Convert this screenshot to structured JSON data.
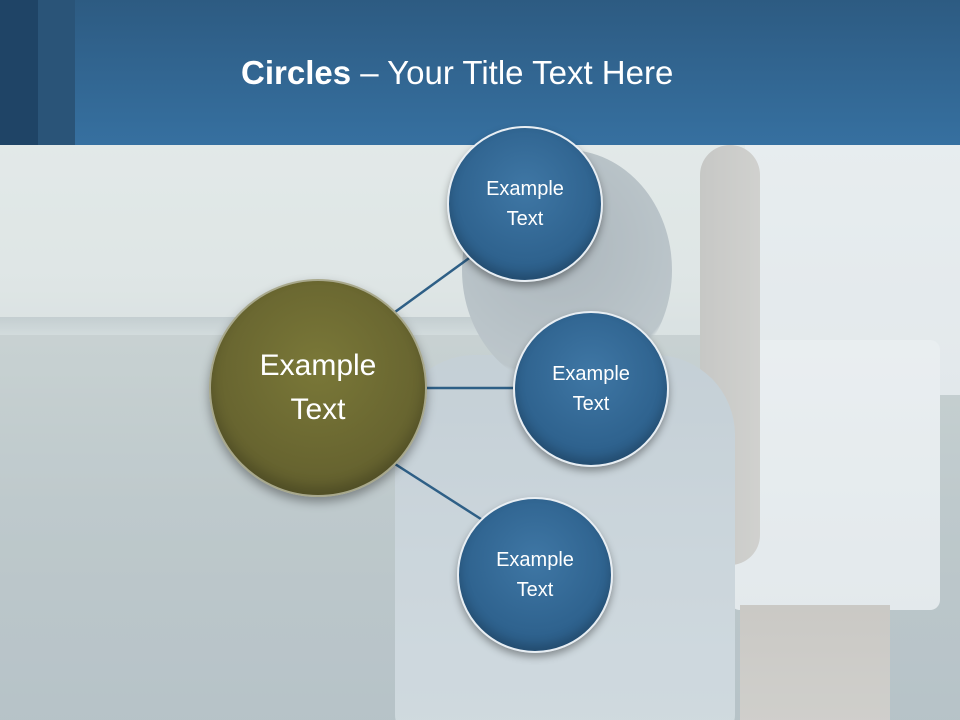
{
  "slide": {
    "title_bold": "Circles",
    "title_rest": " – Your Title Text Here"
  },
  "diagram": {
    "center": {
      "line1": "Example",
      "line2": "Text",
      "color": "#686530"
    },
    "nodes": [
      {
        "line1": "Example",
        "line2": "Text",
        "color": "#2f638f"
      },
      {
        "line1": "Example",
        "line2": "Text",
        "color": "#2f638f"
      },
      {
        "line1": "Example",
        "line2": "Text",
        "color": "#2f638f"
      }
    ],
    "connector_color": "#2e5f86"
  },
  "colors": {
    "header": "#3670a0",
    "header_dark": "#1f4466"
  }
}
